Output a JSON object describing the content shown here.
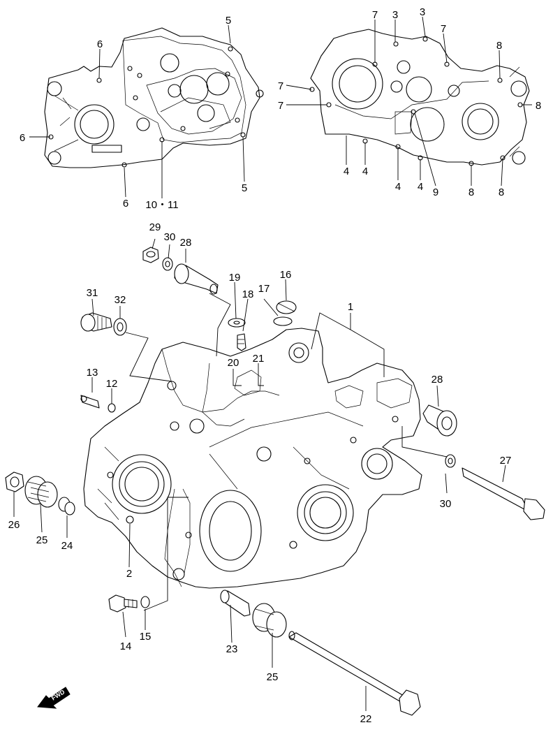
{
  "labels": {
    "l1": "1",
    "l2": "2",
    "l3": "3",
    "l4": "4",
    "l5": "5",
    "l6": "6",
    "l7": "7",
    "l8": "8",
    "l9": "9",
    "l10_11": "10・11",
    "l12": "12",
    "l13": "13",
    "l14": "14",
    "l15": "15",
    "l16": "16",
    "l17": "17",
    "l18": "18",
    "l19": "19",
    "l20": "20",
    "l21": "21",
    "l22": "22",
    "l23": "23",
    "l24": "24",
    "l25": "25",
    "l26": "26",
    "l27": "27",
    "l28": "28",
    "l29": "29",
    "l30": "30",
    "l31": "31",
    "l32": "32"
  },
  "direction_badge": "FWD"
}
